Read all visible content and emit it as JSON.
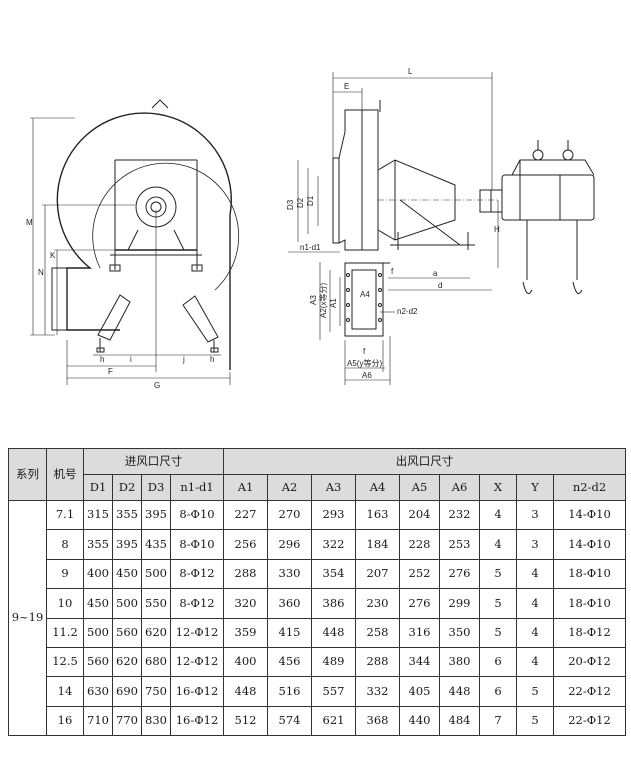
{
  "drawing": {
    "dims_left": [
      "M",
      "N",
      "K",
      "F",
      "G",
      "h",
      "i",
      "j"
    ],
    "dims_right": [
      "L",
      "E",
      "D3",
      "D2",
      "D1",
      "n1-d1",
      "H",
      "a",
      "d",
      "A3",
      "A2(x等分)",
      "A1",
      "A4",
      "n2-d2",
      "A5(y等分)",
      "A6",
      "f",
      "f"
    ]
  },
  "table": {
    "group_headers": {
      "series": "系列",
      "model": "机号",
      "inlet": "进风口尺寸",
      "outlet": "出风口尺寸"
    },
    "columns": [
      "D1",
      "D2",
      "D3",
      "n1-d1",
      "A1",
      "A2",
      "A3",
      "A4",
      "A5",
      "A6",
      "X",
      "Y",
      "n2-d2"
    ],
    "series_value": "9~19",
    "rows": [
      {
        "model": "7.1",
        "cells": [
          "315",
          "355",
          "395",
          "8-Φ10",
          "227",
          "270",
          "293",
          "163",
          "204",
          "232",
          "4",
          "3",
          "14-Φ10"
        ]
      },
      {
        "model": "8",
        "cells": [
          "355",
          "395",
          "435",
          "8-Φ10",
          "256",
          "296",
          "322",
          "184",
          "228",
          "253",
          "4",
          "3",
          "14-Φ10"
        ]
      },
      {
        "model": "9",
        "cells": [
          "400",
          "450",
          "500",
          "8-Φ12",
          "288",
          "330",
          "354",
          "207",
          "252",
          "276",
          "5",
          "4",
          "18-Φ10"
        ]
      },
      {
        "model": "10",
        "cells": [
          "450",
          "500",
          "550",
          "8-Φ12",
          "320",
          "360",
          "386",
          "230",
          "276",
          "299",
          "5",
          "4",
          "18-Φ10"
        ]
      },
      {
        "model": "11.2",
        "cells": [
          "500",
          "560",
          "620",
          "12-Φ12",
          "359",
          "415",
          "448",
          "258",
          "316",
          "350",
          "5",
          "4",
          "18-Φ12"
        ]
      },
      {
        "model": "12.5",
        "cells": [
          "560",
          "620",
          "680",
          "12-Φ12",
          "400",
          "456",
          "489",
          "288",
          "344",
          "380",
          "6",
          "4",
          "20-Φ12"
        ]
      },
      {
        "model": "14",
        "cells": [
          "630",
          "690",
          "750",
          "16-Φ12",
          "448",
          "516",
          "557",
          "332",
          "405",
          "448",
          "6",
          "5",
          "22-Φ12"
        ]
      },
      {
        "model": "16",
        "cells": [
          "710",
          "770",
          "830",
          "16-Φ12",
          "512",
          "574",
          "621",
          "368",
          "440",
          "484",
          "7",
          "5",
          "22-Φ12"
        ]
      }
    ]
  }
}
